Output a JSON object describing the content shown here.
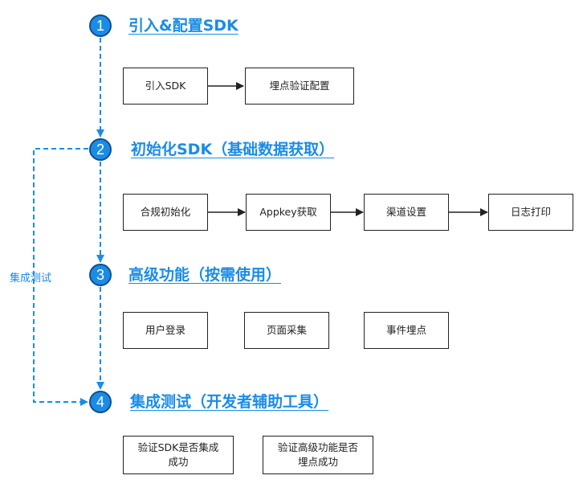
{
  "accent_color": "#1a8ce8",
  "steps": [
    {
      "number": "1",
      "title": "引入&配置SDK",
      "boxes": [
        "引入SDK",
        "埋点验证配置"
      ]
    },
    {
      "number": "2",
      "title": "初始化SDK（基础数据获取）",
      "boxes": [
        "合规初始化",
        "Appkey获取",
        "渠道设置",
        "日志打印"
      ]
    },
    {
      "number": "3",
      "title": "高级功能（按需使用）",
      "boxes": [
        "用户登录",
        "页面采集",
        "事件埋点"
      ]
    },
    {
      "number": "4",
      "title": "集成测试（开发者辅助工具）",
      "boxes": [
        "验证SDK是否集成\n成功",
        "验证高级功能是否\n埋点成功"
      ]
    }
  ],
  "loop_label": "集成测试"
}
